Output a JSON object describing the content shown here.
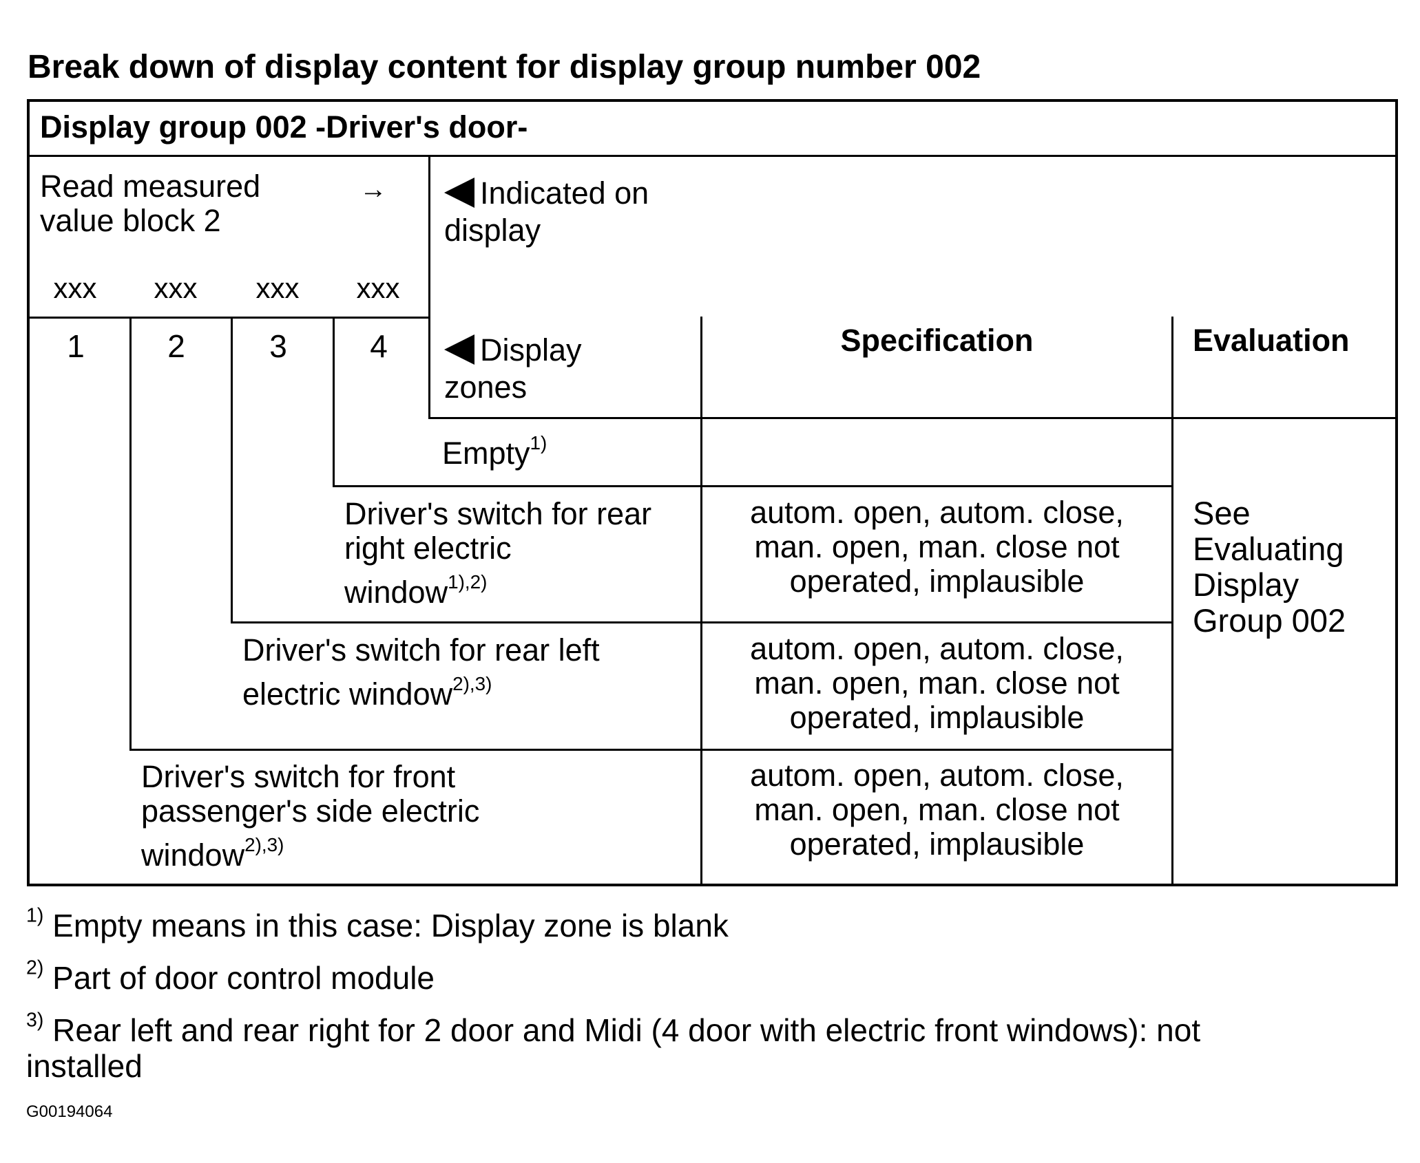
{
  "heading": "Break down of display content for display group number 002",
  "table": {
    "group_title": "Display group 002 -Driver's door-",
    "read_block": {
      "line1": "Read measured",
      "line2": "value block 2",
      "arrow": "→"
    },
    "placeholders": [
      "xxx",
      "xxx",
      "xxx",
      "xxx"
    ],
    "zone_numbers": [
      "1",
      "2",
      "3",
      "4"
    ],
    "indicated": {
      "line1": "Indicated on",
      "line2": "display"
    },
    "display_zones": {
      "line1": "Display",
      "line2": "zones"
    },
    "headers": {
      "specification": "Specification",
      "evaluation": "Evaluation"
    },
    "rows": [
      {
        "lines": [
          "Empty"
        ],
        "sup": "1)",
        "spec": []
      },
      {
        "lines": [
          "Driver's switch for rear",
          "right electric",
          "window"
        ],
        "sup": "1),2)",
        "spec": [
          "autom. open, autom. close,",
          "man. open, man. close not",
          "operated, implausible"
        ]
      },
      {
        "lines": [
          "Driver's switch for rear left",
          "electric window"
        ],
        "sup": "2),3)",
        "spec": [
          "autom. open, autom. close,",
          "man. open, man. close not",
          "operated, implausible"
        ]
      },
      {
        "lines": [
          "Driver's switch for front",
          "passenger's side electric",
          "window"
        ],
        "sup": "2),3)",
        "spec": [
          "autom. open, autom. close,",
          "man. open, man. close not",
          "operated, implausible"
        ]
      }
    ],
    "evaluation_text": [
      "See",
      "Evaluating",
      "Display",
      "Group 002"
    ]
  },
  "footnotes": [
    {
      "mark": "1)",
      "text": "Empty means in this case: Display zone is blank"
    },
    {
      "mark": "2)",
      "text": "Part of door control module"
    },
    {
      "mark": "3)",
      "text": "Rear left and rear right for 2 door and Midi (4 door with electric front windows): not",
      "text2": "installed"
    }
  ],
  "figure_id": "G00194064"
}
